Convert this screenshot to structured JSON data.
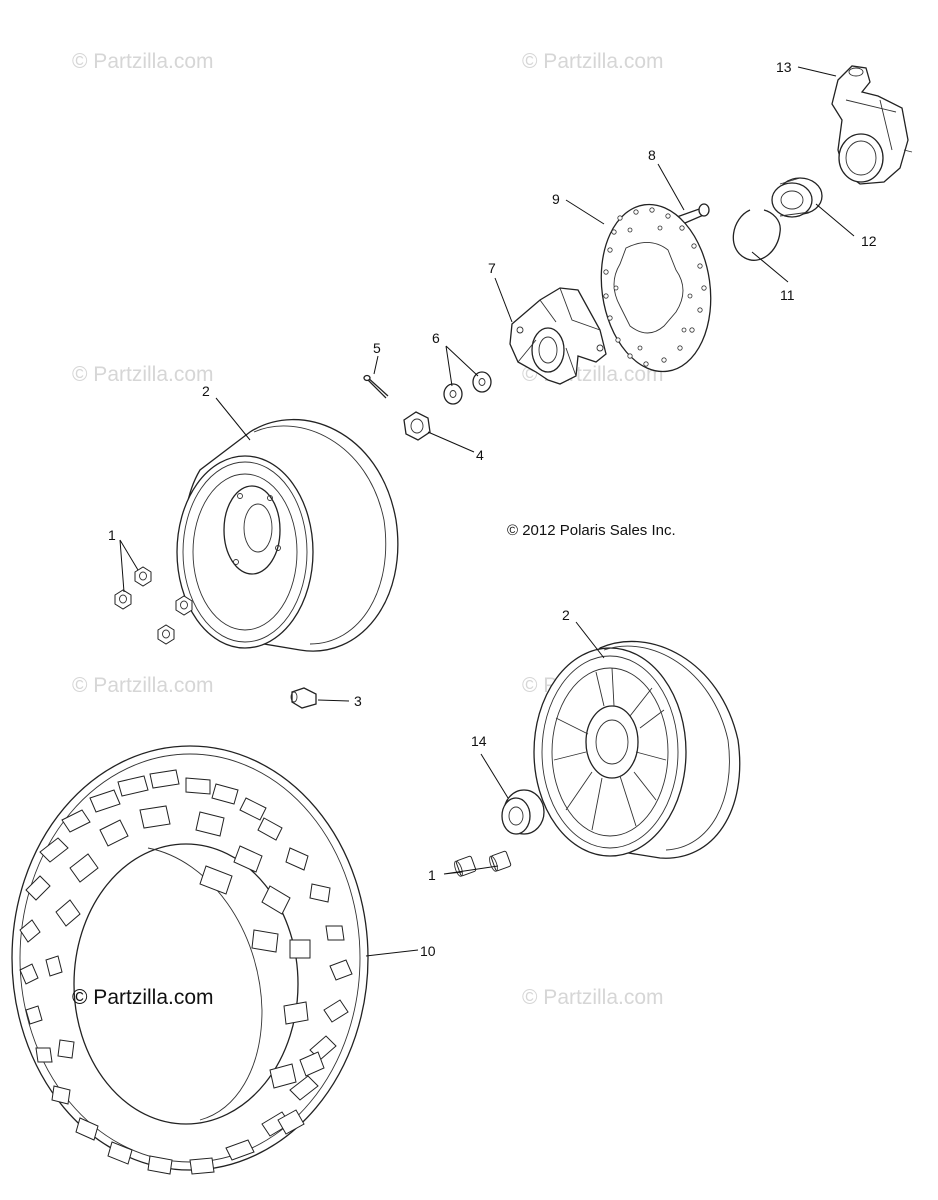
{
  "watermarks": {
    "w1": "© Partzilla.com",
    "w2": "© Partzilla.com",
    "w3": "© Partzilla.com",
    "w4": "© Partzilla.com",
    "w5": "© Partzilla.com",
    "w6": "© Partzilla.com",
    "w7": "© Partzilla.com",
    "w8": "© Partzilla.com"
  },
  "copyright": "© 2012 Polaris Sales Inc.",
  "callouts": {
    "c1a": "1",
    "c1b": "1",
    "c2a": "2",
    "c2b": "2",
    "c3": "3",
    "c4": "4",
    "c5": "5",
    "c6": "6",
    "c7": "7",
    "c8": "8",
    "c9": "9",
    "c10": "10",
    "c11": "11",
    "c12": "12",
    "c13": "13",
    "c14": "14"
  }
}
